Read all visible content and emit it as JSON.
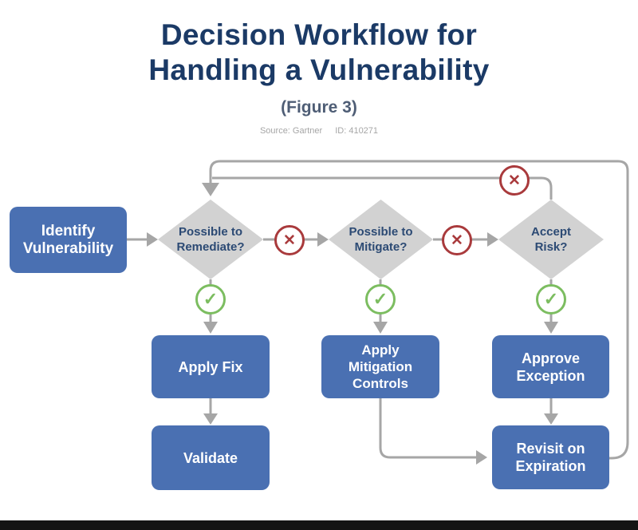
{
  "header": {
    "title_line1": "Decision Workflow for",
    "title_line2": "Handling a Vulnerability",
    "figure_label": "(Figure 3)",
    "source": "Source: Gartner",
    "source_id": "ID: 410271"
  },
  "colors": {
    "title_navy": "#1b3a66",
    "figure_slate": "#4e5d75",
    "source_gray": "#a6a6a6",
    "node_blue": "#4a70b2",
    "node_text_white": "#ffffff",
    "diamond_gray": "#d2d2d2",
    "diamond_text_navy": "#2c4a74",
    "connector_gray": "#a6a6a6",
    "no_red": "#a93a3c",
    "yes_green": "#7cbd60",
    "footer_black": "#141414"
  },
  "icons": {
    "no_glyph": "✕",
    "yes_glyph": "✓"
  },
  "flowchart": {
    "start": {
      "lines": [
        "Identify",
        "Vulnerability"
      ]
    },
    "decisions": {
      "remediate": {
        "lines": [
          "Possible to",
          "Remediate?"
        ]
      },
      "mitigate": {
        "lines": [
          "Possible to",
          "Mitigate?"
        ]
      },
      "accept": {
        "lines": [
          "Accept",
          "Risk?"
        ]
      }
    },
    "actions": {
      "apply_fix": {
        "lines": [
          "Apply Fix"
        ]
      },
      "mitigation_controls": {
        "lines": [
          "Apply",
          "Mitigation",
          "Controls"
        ]
      },
      "approve_exception": {
        "lines": [
          "Approve",
          "Exception"
        ]
      },
      "validate": {
        "lines": [
          "Validate"
        ]
      },
      "revisit": {
        "lines": [
          "Revisit on",
          "Expiration"
        ]
      }
    }
  }
}
